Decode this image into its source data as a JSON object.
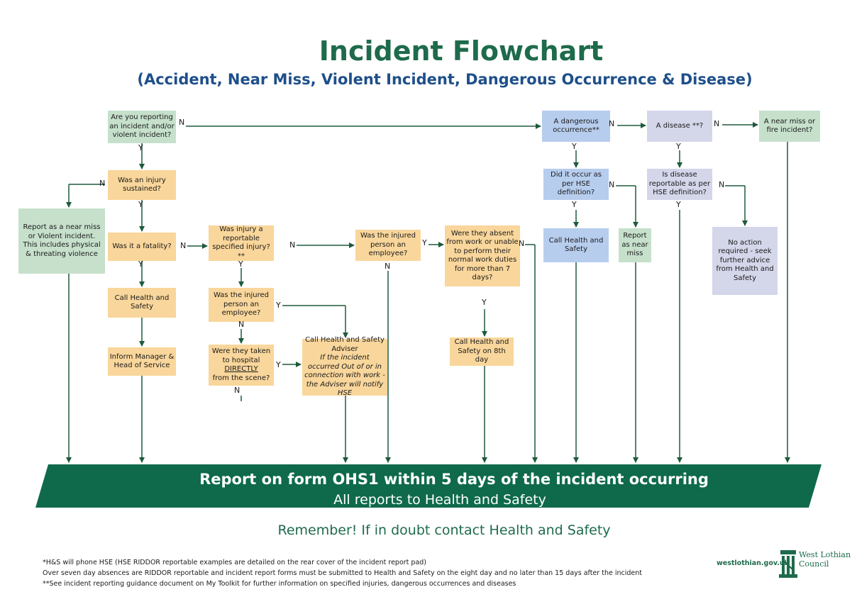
{
  "header": {
    "title": "Incident Flowchart",
    "subtitle": "(Accident, Near Miss, Violent Incident, Dangerous Occurrence & Disease)"
  },
  "nodes": {
    "q_reporting": "Are you reporting an incident and/or violent incident?",
    "q_injury": "Was an injury sustained?",
    "report_near_miss": "Report as a near miss or Violent incident. This includes physical & threating violence",
    "q_fatality": "Was it a fatality?",
    "call_hs_1": "Call Health and Safety",
    "inform_manager": "Inform Manager & Head of Service",
    "q_reportable": "Was injury a reportable specified injury?**",
    "q_employee_left": "Was the injured person an employee?",
    "q_hospital_pre": "Were they taken to hospital",
    "q_hospital_directly": "DIRECTLY",
    "q_hospital_post": "from the scene?",
    "call_adviser_title": "Call Health and Safety Adviser",
    "call_adviser_note": "If the incident occurred Out of or in connection with work - the Adviser will notify HSE",
    "q_employee_mid": "Was the injured person an employee?",
    "q_absent": "Were they absent from work or unable to perform their normal work duties for more than 7 days?",
    "call_hs_8th": "Call Health and Safety on 8th day",
    "q_dangerous": "A dangerous occurrence**",
    "q_hse_def": "Did it occur as per HSE definition?",
    "call_hs_2": "Call Health and Safety",
    "report_near_miss_2": "Report as near miss",
    "q_disease": "A disease **?",
    "q_disease_reportable": "Is disease reportable as per HSE definition?",
    "no_action": "No action required - seek further advice from Health and Safety",
    "q_near_miss_fire": "A near miss or fire incident?"
  },
  "labels": {
    "yes": "Y",
    "no": "N"
  },
  "banner": {
    "main": "Report on form OHS1 within 5 days of the incident occurring",
    "sub": "All reports to Health and Safety"
  },
  "reminder": "Remember! If in doubt contact Health and Safety",
  "footnotes": [
    "*H&S will phone HSE  (HSE RIDDOR reportable examples are detailed on the rear cover of the incident report pad)",
    "Over seven day absences are RIDDOR reportable and incident report forms must be submitted to Health and Safety on the eight day and no later than 15 days after the incident",
    "**See incident reporting guidance document on My Toolkit for further information on specified injuries, dangerous occurrences and diseases"
  ],
  "footer": {
    "website": "westlothian.gov.uk",
    "logo_line1": "West Lothian",
    "logo_line2": "Council"
  },
  "colors": {
    "brand_green": "#1e6b4c",
    "title_blue": "#1e4f8a",
    "box_green": "#c6e0cc",
    "box_orange": "#f9d69b",
    "box_blue": "#b7cdee",
    "box_lavender": "#d4d6ea"
  }
}
